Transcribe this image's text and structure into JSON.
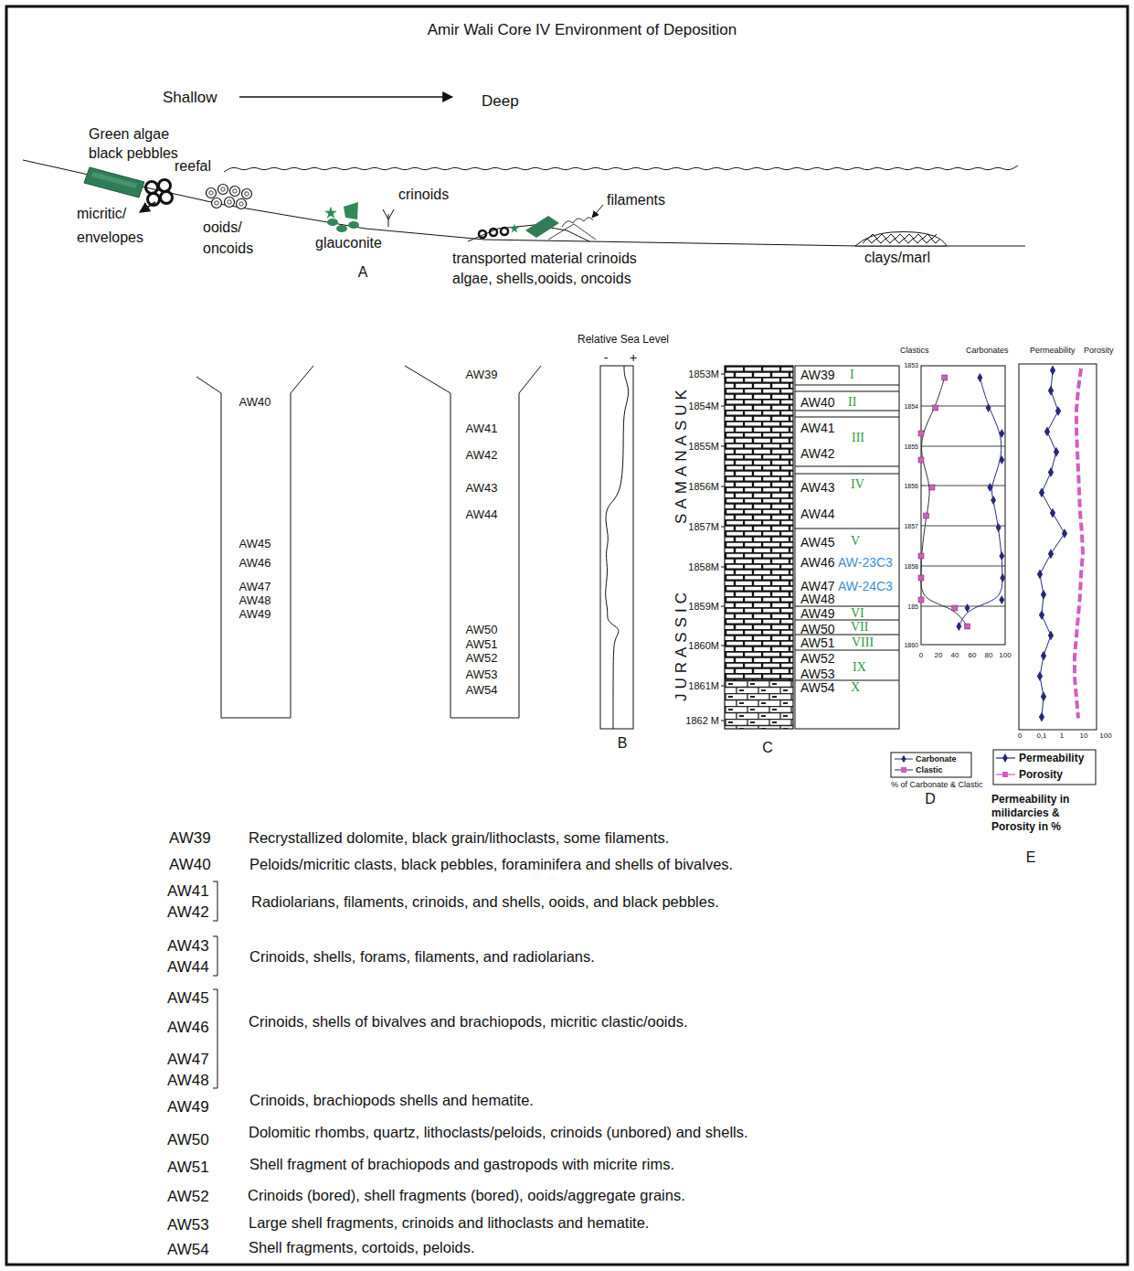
{
  "diagram": {
    "title": "Amir Wali Core IV Environment of Deposition",
    "nodes": [
      {
        "text": [
          "AW40",
          "AW45",
          "AW46",
          "AW47",
          "AW48",
          "AW49"
        ]
      },
      {
        "text": [
          "AW39",
          "AW41",
          "AW42",
          "AW43",
          "AW44",
          "AW50",
          "AW51",
          "AW52",
          "AW53",
          "AW54"
        ]
      }
    ],
    "labels": [
      "Shallow",
      "Deep",
      "Green algae black pebbles",
      "reefal",
      "micritic/ envelopes",
      "ooids/ oncoids",
      "crinoids",
      "glauconite",
      "filaments",
      "transported material crinoids algae, shells,ooids, oncoids",
      "clays/marl",
      "A",
      "Relative Sea Level",
      "-",
      "+",
      "B",
      "1853M",
      "1854M",
      "1855M",
      "1856M",
      "1857M",
      "1858M",
      "1859M",
      "1860M",
      "1861M",
      "1862 M",
      "SAMANASUK",
      "JURASSIC",
      "AW39",
      "AW40",
      "AW41",
      "AW42",
      "AW43",
      "AW44",
      "AW45",
      "AW46",
      "AW47",
      "AW48",
      "AW49",
      "AW50",
      "AW51",
      "AW52",
      "AW53",
      "AW54",
      "I",
      "II",
      "III",
      "IV",
      "V",
      "VI",
      "VII",
      "VIII",
      "IX",
      "X",
      "AW-23C3",
      "AW-24C3",
      "C",
      "Clastics",
      "Carbonates",
      "1853",
      "1854",
      "1855",
      "1856",
      "1857",
      "1858",
      "185",
      "1860",
      "0",
      "20",
      "40",
      "60",
      "80",
      "100",
      "% of Carbonate & Clastic",
      "D",
      "Permeability",
      "Porosity",
      "0",
      "0,1",
      "1",
      "10",
      "100",
      "Permeability in milidarcies & Porosity in %",
      "E",
      "AW39",
      "Recrystallized dolomite, black grain/lithoclasts, some filaments.",
      "AW40",
      "Peloids/micritic clasts, black pebbles, foraminifera and shells of bivalves.",
      "AW41",
      "AW42",
      "Radiolarians, filaments, crinoids, and shells, ooids, and black pebbles.",
      "AW43",
      "AW44",
      "Crinoids, shells, forams, filaments, and radiolarians.",
      "AW45",
      "AW46",
      "AW47",
      "AW48",
      "Crinoids, shells of bivalves and brachiopods, micritic clastic/ooids.",
      "AW49",
      "Crinoids, brachiopods shells and hematite.",
      "AW50",
      "Dolomitic rhombs, quartz, lithoclasts/peloids, crinoids (unbored) and shells.",
      "AW51",
      "Shell fragment of brachiopods and gastropods with micrite rims.",
      "AW52",
      "Crinoids (bored), shell fragments (bored), ooids/aggregate grains.",
      "AW53",
      "Large shell fragments, crinoids and lithoclasts and hematite.",
      "AW54",
      "Shell fragments, cortoids, peloids."
    ],
    "legend": [
      {
        "text": "Carbonate"
      },
      {
        "text": "Clastic"
      },
      {
        "text": "Permeability"
      },
      {
        "text": "Porosity"
      }
    ]
  }
}
